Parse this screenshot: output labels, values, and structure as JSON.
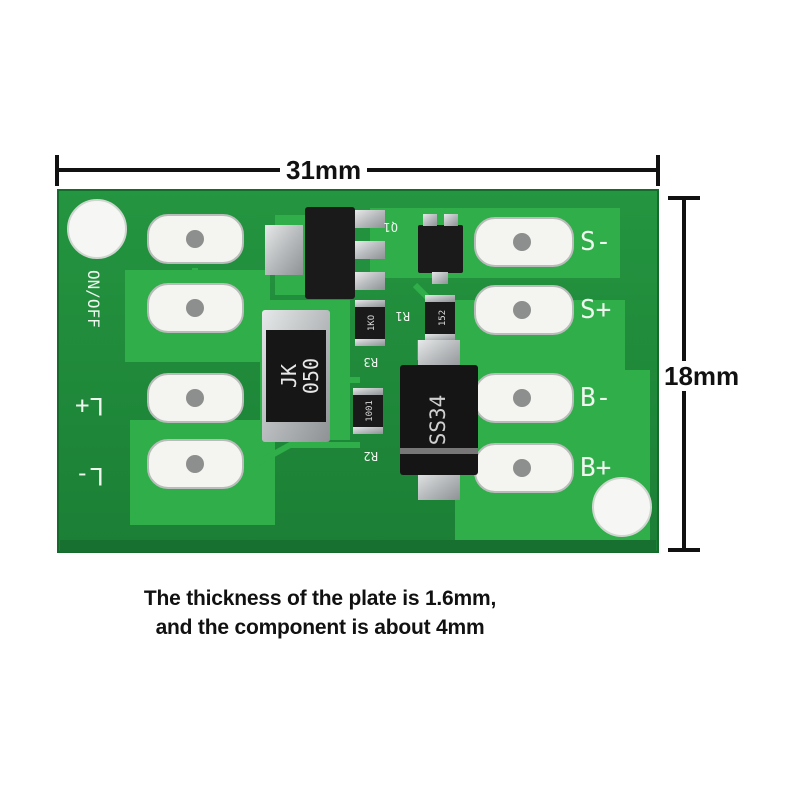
{
  "dimensions": {
    "width_label": "31mm",
    "height_label": "18mm"
  },
  "caption": {
    "line1": "The thickness of the plate is 1.6mm,",
    "line2": "and the component is about 4mm"
  },
  "board": {
    "switch_label": "ON/OFF",
    "left_pads": [
      "L+",
      "L-"
    ],
    "right_pads": [
      "S-",
      "S+",
      "B-",
      "B+"
    ],
    "components": {
      "fuse_line1": "JK",
      "fuse_line2": "050",
      "diode": "SS34",
      "q1": "Q1",
      "r1": "R1",
      "r2": "R2",
      "r3": "R3",
      "r1_code": "152",
      "r2_code": "1001",
      "r3_code": "1KO"
    }
  },
  "colors": {
    "pcb_green": "#1f8a3a",
    "trace_green": "#2fae4a",
    "pad_white": "#f4f4f0",
    "silk": "#e9f3ea",
    "component_black": "#1a1a1a",
    "tin": "#c9cbcc"
  }
}
